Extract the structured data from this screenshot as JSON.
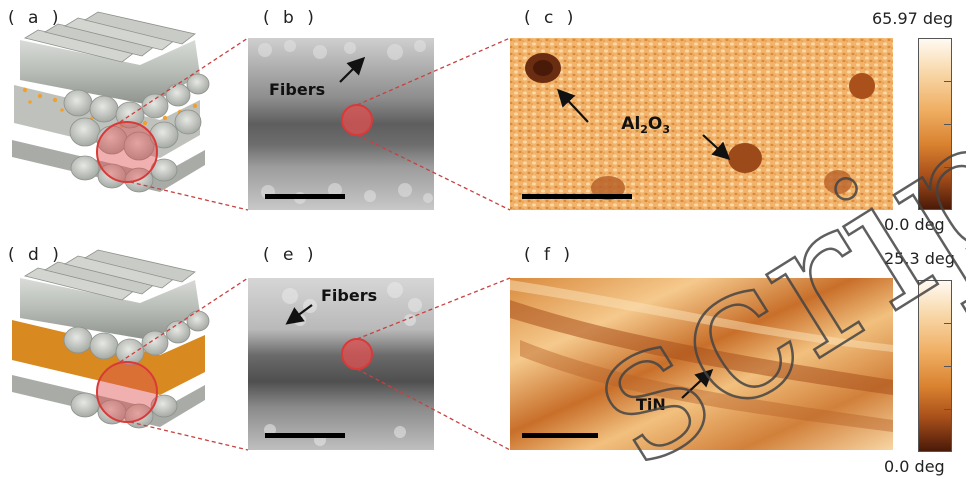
{
  "panels": {
    "a": {
      "label": "( a )"
    },
    "b": {
      "label": "( b )",
      "annotation": "Fibers"
    },
    "c": {
      "label": "( c )",
      "annotation": "Al2O3"
    },
    "d": {
      "label": "( d )"
    },
    "e": {
      "label": "( e )",
      "annotation": "Fibers"
    },
    "f": {
      "label": "( f )",
      "annotation": "TiN"
    }
  },
  "colorbars": {
    "top": {
      "max": "65.97 deg",
      "min": "0.0 deg"
    },
    "bottom": {
      "max": "25.3 deg",
      "min": "0.0 deg"
    }
  },
  "watermark": "script",
  "colors": {
    "afm_light": "#f4c27e",
    "afm_mid": "#d98c3c",
    "afm_dark": "#6b2d12",
    "highlight": "#e05050",
    "alumina_layer": "#f0a030",
    "tin_layer": "#d88a20"
  }
}
